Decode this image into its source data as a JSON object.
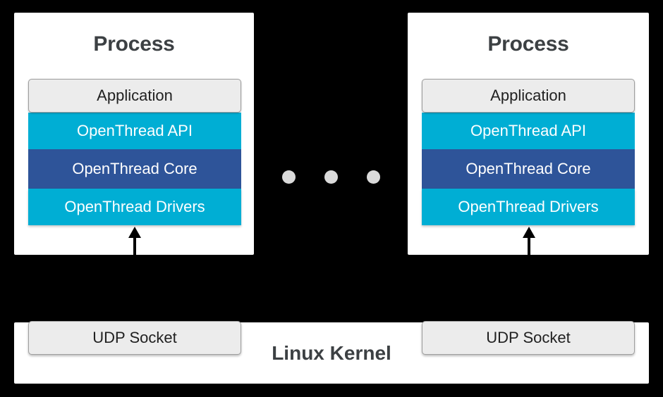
{
  "diagram": {
    "background_color": "#000000",
    "panel_color": "#ffffff",
    "accent_cyan": "#00aed4",
    "accent_blue": "#2e5499",
    "box_gray": "#ececec",
    "text_dark": "#3c4043"
  },
  "processes": [
    {
      "title": "Process",
      "layers": [
        {
          "label": "Application",
          "style": "gray-box"
        },
        {
          "label": "OpenThread API",
          "style": "cyan"
        },
        {
          "label": "OpenThread Core",
          "style": "blue"
        },
        {
          "label": "OpenThread Drivers",
          "style": "cyan"
        }
      ],
      "connector": "arrow-up"
    },
    {
      "title": "Process",
      "layers": [
        {
          "label": "Application",
          "style": "gray-box"
        },
        {
          "label": "OpenThread API",
          "style": "cyan"
        },
        {
          "label": "OpenThread Core",
          "style": "blue"
        },
        {
          "label": "OpenThread Drivers",
          "style": "cyan"
        }
      ],
      "connector": "arrow-up"
    }
  ],
  "ellipsis": {
    "dot_count": 3,
    "dot_color": "#dadada"
  },
  "kernel": {
    "label": "Linux Kernel",
    "sockets": [
      {
        "label": "UDP Socket"
      },
      {
        "label": "UDP Socket"
      }
    ]
  }
}
